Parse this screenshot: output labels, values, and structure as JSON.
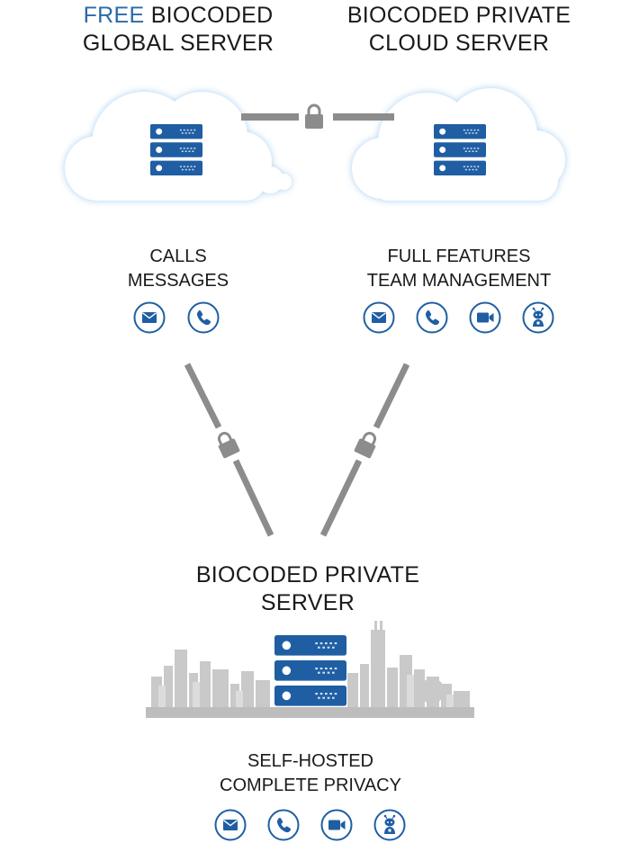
{
  "global_server": {
    "title_accent": "FREE",
    "title_line1_rest": "BIOCODED",
    "title_line2": "GLOBAL SERVER",
    "caption_line1": "CALLS",
    "caption_line2": "MESSAGES",
    "icons": [
      "message-icon",
      "phone-icon"
    ]
  },
  "private_cloud_server": {
    "title_line1": "BIOCODED PRIVATE",
    "title_line2": "CLOUD SERVER",
    "caption_line1": "FULL FEATURES",
    "caption_line2": "TEAM MANAGEMENT",
    "icons": [
      "message-icon",
      "phone-icon",
      "video-icon",
      "bot-icon"
    ]
  },
  "private_server": {
    "title_line1": "BIOCODED PRIVATE",
    "title_line2": "SERVER",
    "caption_line1": "SELF-HOSTED",
    "caption_line2": "COMPLETE PRIVACY",
    "icons": [
      "message-icon",
      "phone-icon",
      "video-icon",
      "bot-icon"
    ]
  },
  "colors": {
    "accent_blue": "#2a6aa8",
    "server_blue": "#1f5ea3",
    "link_gray": "#8c8c8c",
    "city_gray": "#c4c4c4",
    "cloud_glow": "#bcd8ee"
  }
}
